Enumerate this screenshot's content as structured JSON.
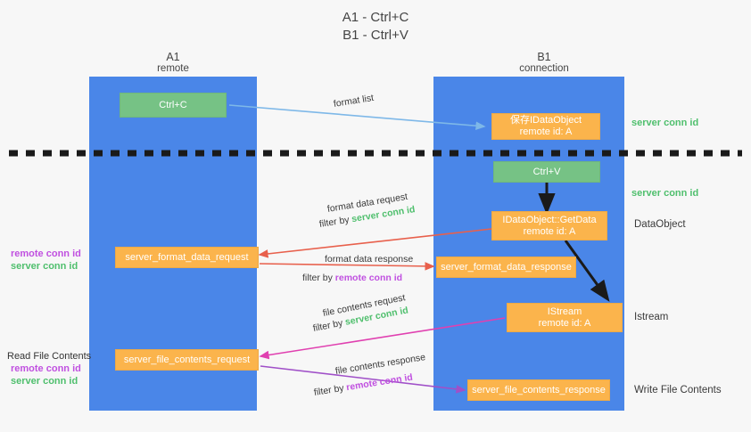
{
  "title": {
    "line1": "A1 - Ctrl+C",
    "line2": "B1 - Ctrl+V"
  },
  "columns": [
    {
      "name": "A1",
      "sub": "remote"
    },
    {
      "name": "B1",
      "sub": "connection"
    }
  ],
  "nodes": {
    "ctrl_c": "Ctrl+C",
    "ctrl_v": "Ctrl+V",
    "save_idataobject_l1": "保存IDataObject",
    "save_idataobject_l2": "remote id: A",
    "getdata_l1": "IDataObject::GetData",
    "getdata_l2": "remote id: A",
    "istream_l1": "IStream",
    "istream_l2": "remote id: A",
    "server_format_data_request": "server_format_data_request",
    "server_format_data_response": "server_format_data_response",
    "server_file_contents_request": "server_file_contents_request",
    "server_file_contents_response": "server_file_contents_response"
  },
  "arrow_labels": {
    "format_list": "format list",
    "format_data_request": "format data request",
    "format_data_request_filter_prefix": "filter by ",
    "format_data_request_filter_key": "server conn id",
    "format_data_response": "format data response",
    "format_data_response_filter_prefix": "filter by ",
    "format_data_response_filter_key": "remote conn id",
    "file_contents_request": "file contents request",
    "file_contents_request_filter_prefix": "filter by ",
    "file_contents_request_filter_key": "server conn id",
    "file_contents_response": "file contents response",
    "file_contents_response_filter_prefix": "filter by ",
    "file_contents_response_filter_key": "remote conn id"
  },
  "left_annotations": {
    "mid_remote": "remote conn id",
    "mid_server": "server conn id",
    "read_file_contents": "Read File Contents",
    "low_remote": "remote conn id",
    "low_server": "server conn id"
  },
  "right_labels": {
    "server_conn_id_top": "server conn id",
    "server_conn_id_mid": "server conn id",
    "dataobject": "DataObject",
    "istream": "Istream",
    "write_file_contents": "Write File Contents"
  },
  "colors": {
    "lane": "#4a86e8",
    "green_box": "#76c285",
    "orange_box": "#fbb44c",
    "green_text": "#4fbf6d",
    "purple_text": "#c050e0",
    "blue_arrow": "#7eb8e8",
    "red_arrow": "#e8604c",
    "magenta_arrow": "#e040b0",
    "purple_arrow": "#a050c8",
    "black_arrow": "#1a1a1a",
    "background": "#f7f7f7"
  }
}
